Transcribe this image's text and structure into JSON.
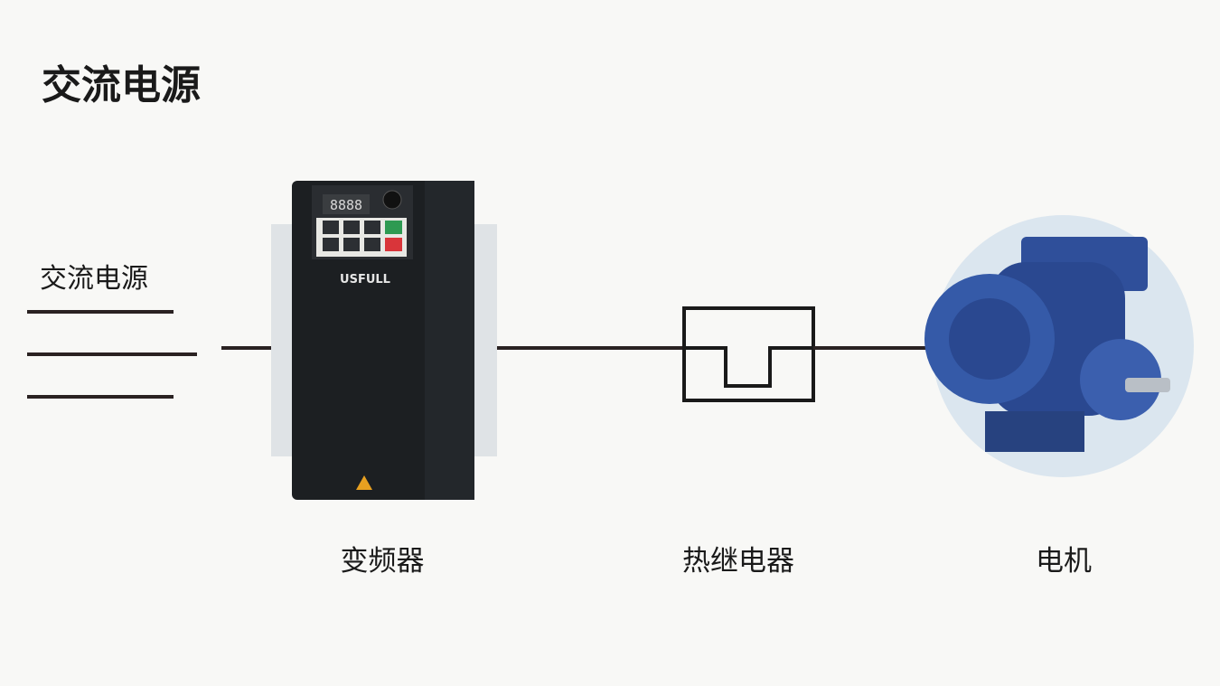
{
  "title": "交流电源",
  "source_label": "交流电源",
  "inverter": {
    "label": "变频器",
    "brand": "USFULL",
    "display": "8888"
  },
  "relay": {
    "label": "热继电器"
  },
  "motor": {
    "label": "电机"
  },
  "colors": {
    "line": "#2a2222",
    "inverter": "#1c1f22",
    "motor": "#2f4f9a",
    "panel": "#dfe3e6"
  }
}
